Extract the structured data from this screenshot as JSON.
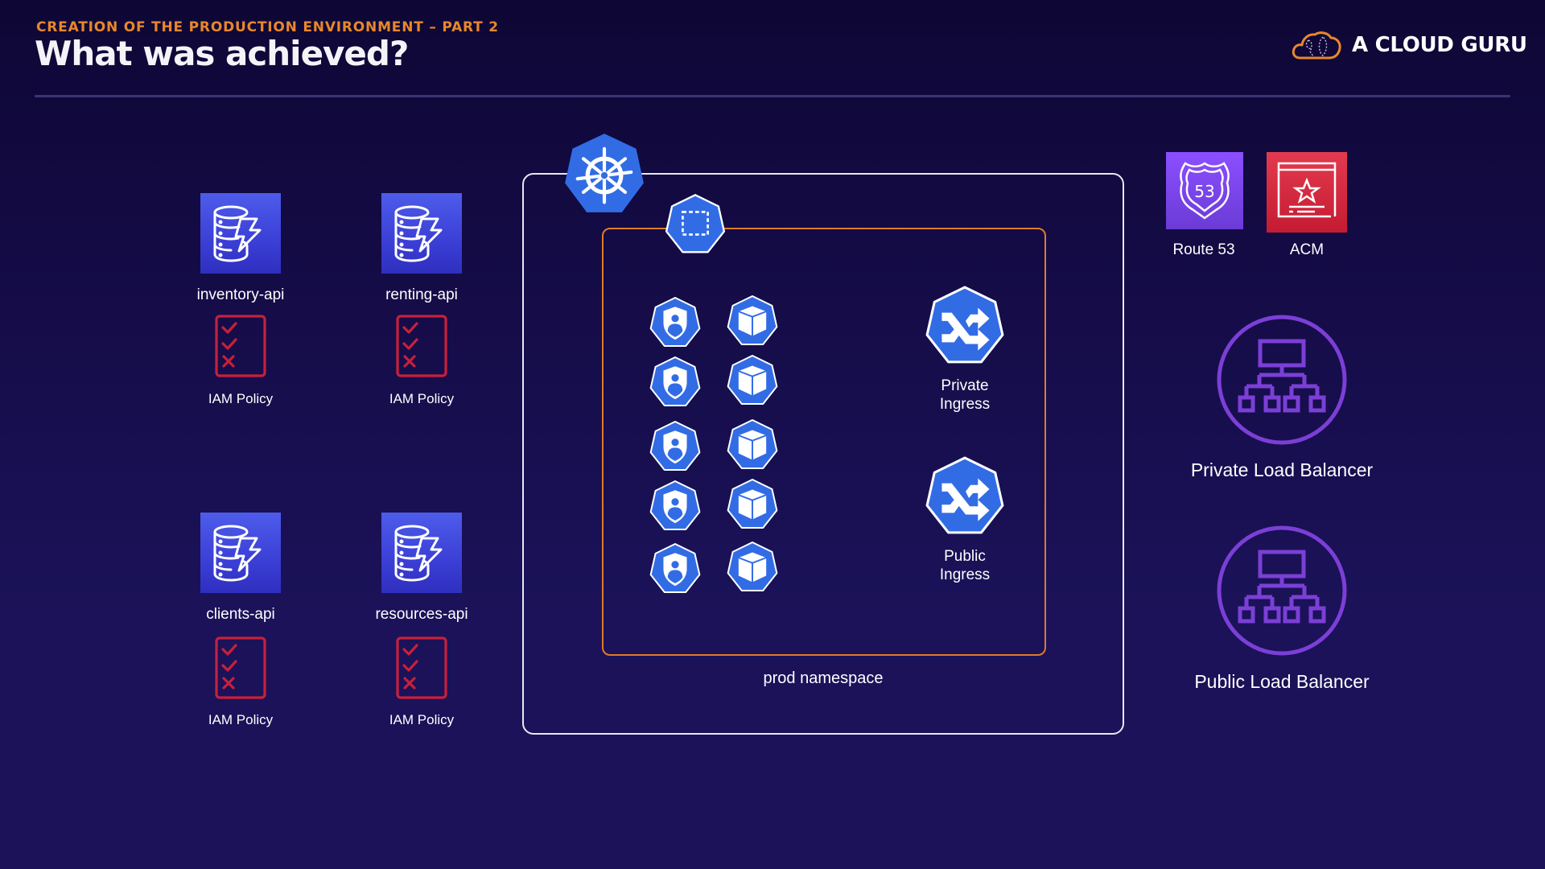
{
  "header": {
    "subtitle": "CREATION OF THE PRODUCTION ENVIRONMENT – PART 2",
    "title": "What was achieved?",
    "brand": "A CLOUD GURU"
  },
  "colors": {
    "accent_orange": "#e8872d",
    "k8s_blue": "#326ce5",
    "dynamodb_blue": "#3b3fd6",
    "iam_red": "#c8203a",
    "route53_purple": "#8c4fff",
    "acm_red": "#dd344c",
    "elb_purple": "#7b3fd6"
  },
  "tables": [
    {
      "name": "inventory-api",
      "icon": "dynamodb-icon",
      "policy_label": "IAM Policy"
    },
    {
      "name": "renting-api",
      "icon": "dynamodb-icon",
      "policy_label": "IAM Policy"
    },
    {
      "name": "clients-api",
      "icon": "dynamodb-icon",
      "policy_label": "IAM Policy"
    },
    {
      "name": "resources-api",
      "icon": "dynamodb-icon",
      "policy_label": "IAM Policy"
    }
  ],
  "cluster": {
    "icon": "kubernetes-icon",
    "namespace": {
      "label": "prod namespace",
      "icon": "namespace-icon",
      "service_accounts": 5,
      "pods": 5,
      "ingresses": [
        {
          "label_line1": "Private",
          "label_line2": "Ingress"
        },
        {
          "label_line1": "Public",
          "label_line2": "Ingress"
        }
      ]
    }
  },
  "services": {
    "route53": "Route 53",
    "acm": "ACM",
    "private_lb": "Private Load Balancer",
    "public_lb": "Public Load Balancer"
  }
}
